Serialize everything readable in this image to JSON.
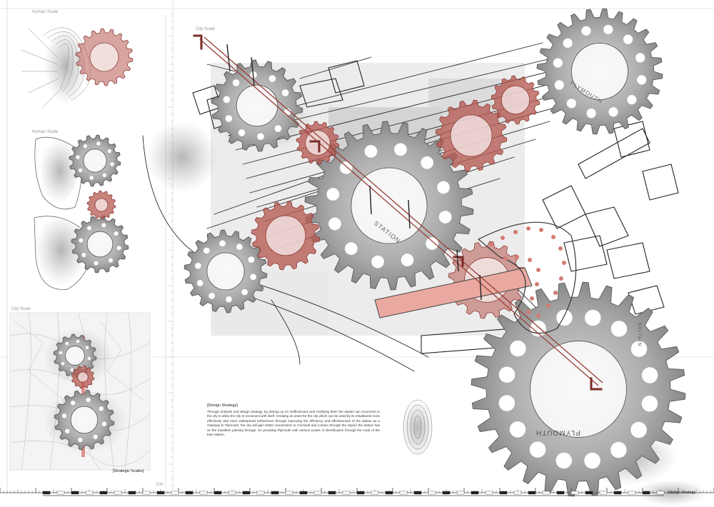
{
  "labels": {
    "human_scale_1": "Human Scale",
    "human_scale_2": "Human Scale",
    "city_scale_left": "City Scale",
    "city_scale_main": "City Scale",
    "strategic_scales": "[Strategic Scales]",
    "design_strategy_footer": "Design Strategy"
  },
  "map_text": {
    "station": "STATION",
    "plymouth_top": "PLYMOUTH",
    "plymouth_bottom": "PLYMOUTH",
    "britain": "BRITAIN"
  },
  "strategy": {
    "title": "[Design Strategy]",
    "body": "Through analysis and design strategy, by picking up on inefficiencies and rectifying them the station can reconnect to the city to allow the city to reconnect with itself. Creating an asset for the city which can be used by its inhabitants more effectively and more widespread furthermore through improving the efficiency and effectiveness of the station as a Gateway to Plymouth, the city will gain better connections to Cornwall and London through the impact the station has on the travellers passing through. So providing Plymouth with various scales of identification through the node of the train station."
  },
  "scale_number": "100",
  "colors": {
    "accent_red": "#b65a52",
    "accent_fill": "#e9a9a0",
    "gear_gray": "#8f8f8f",
    "ink": "#2a2a2a"
  }
}
